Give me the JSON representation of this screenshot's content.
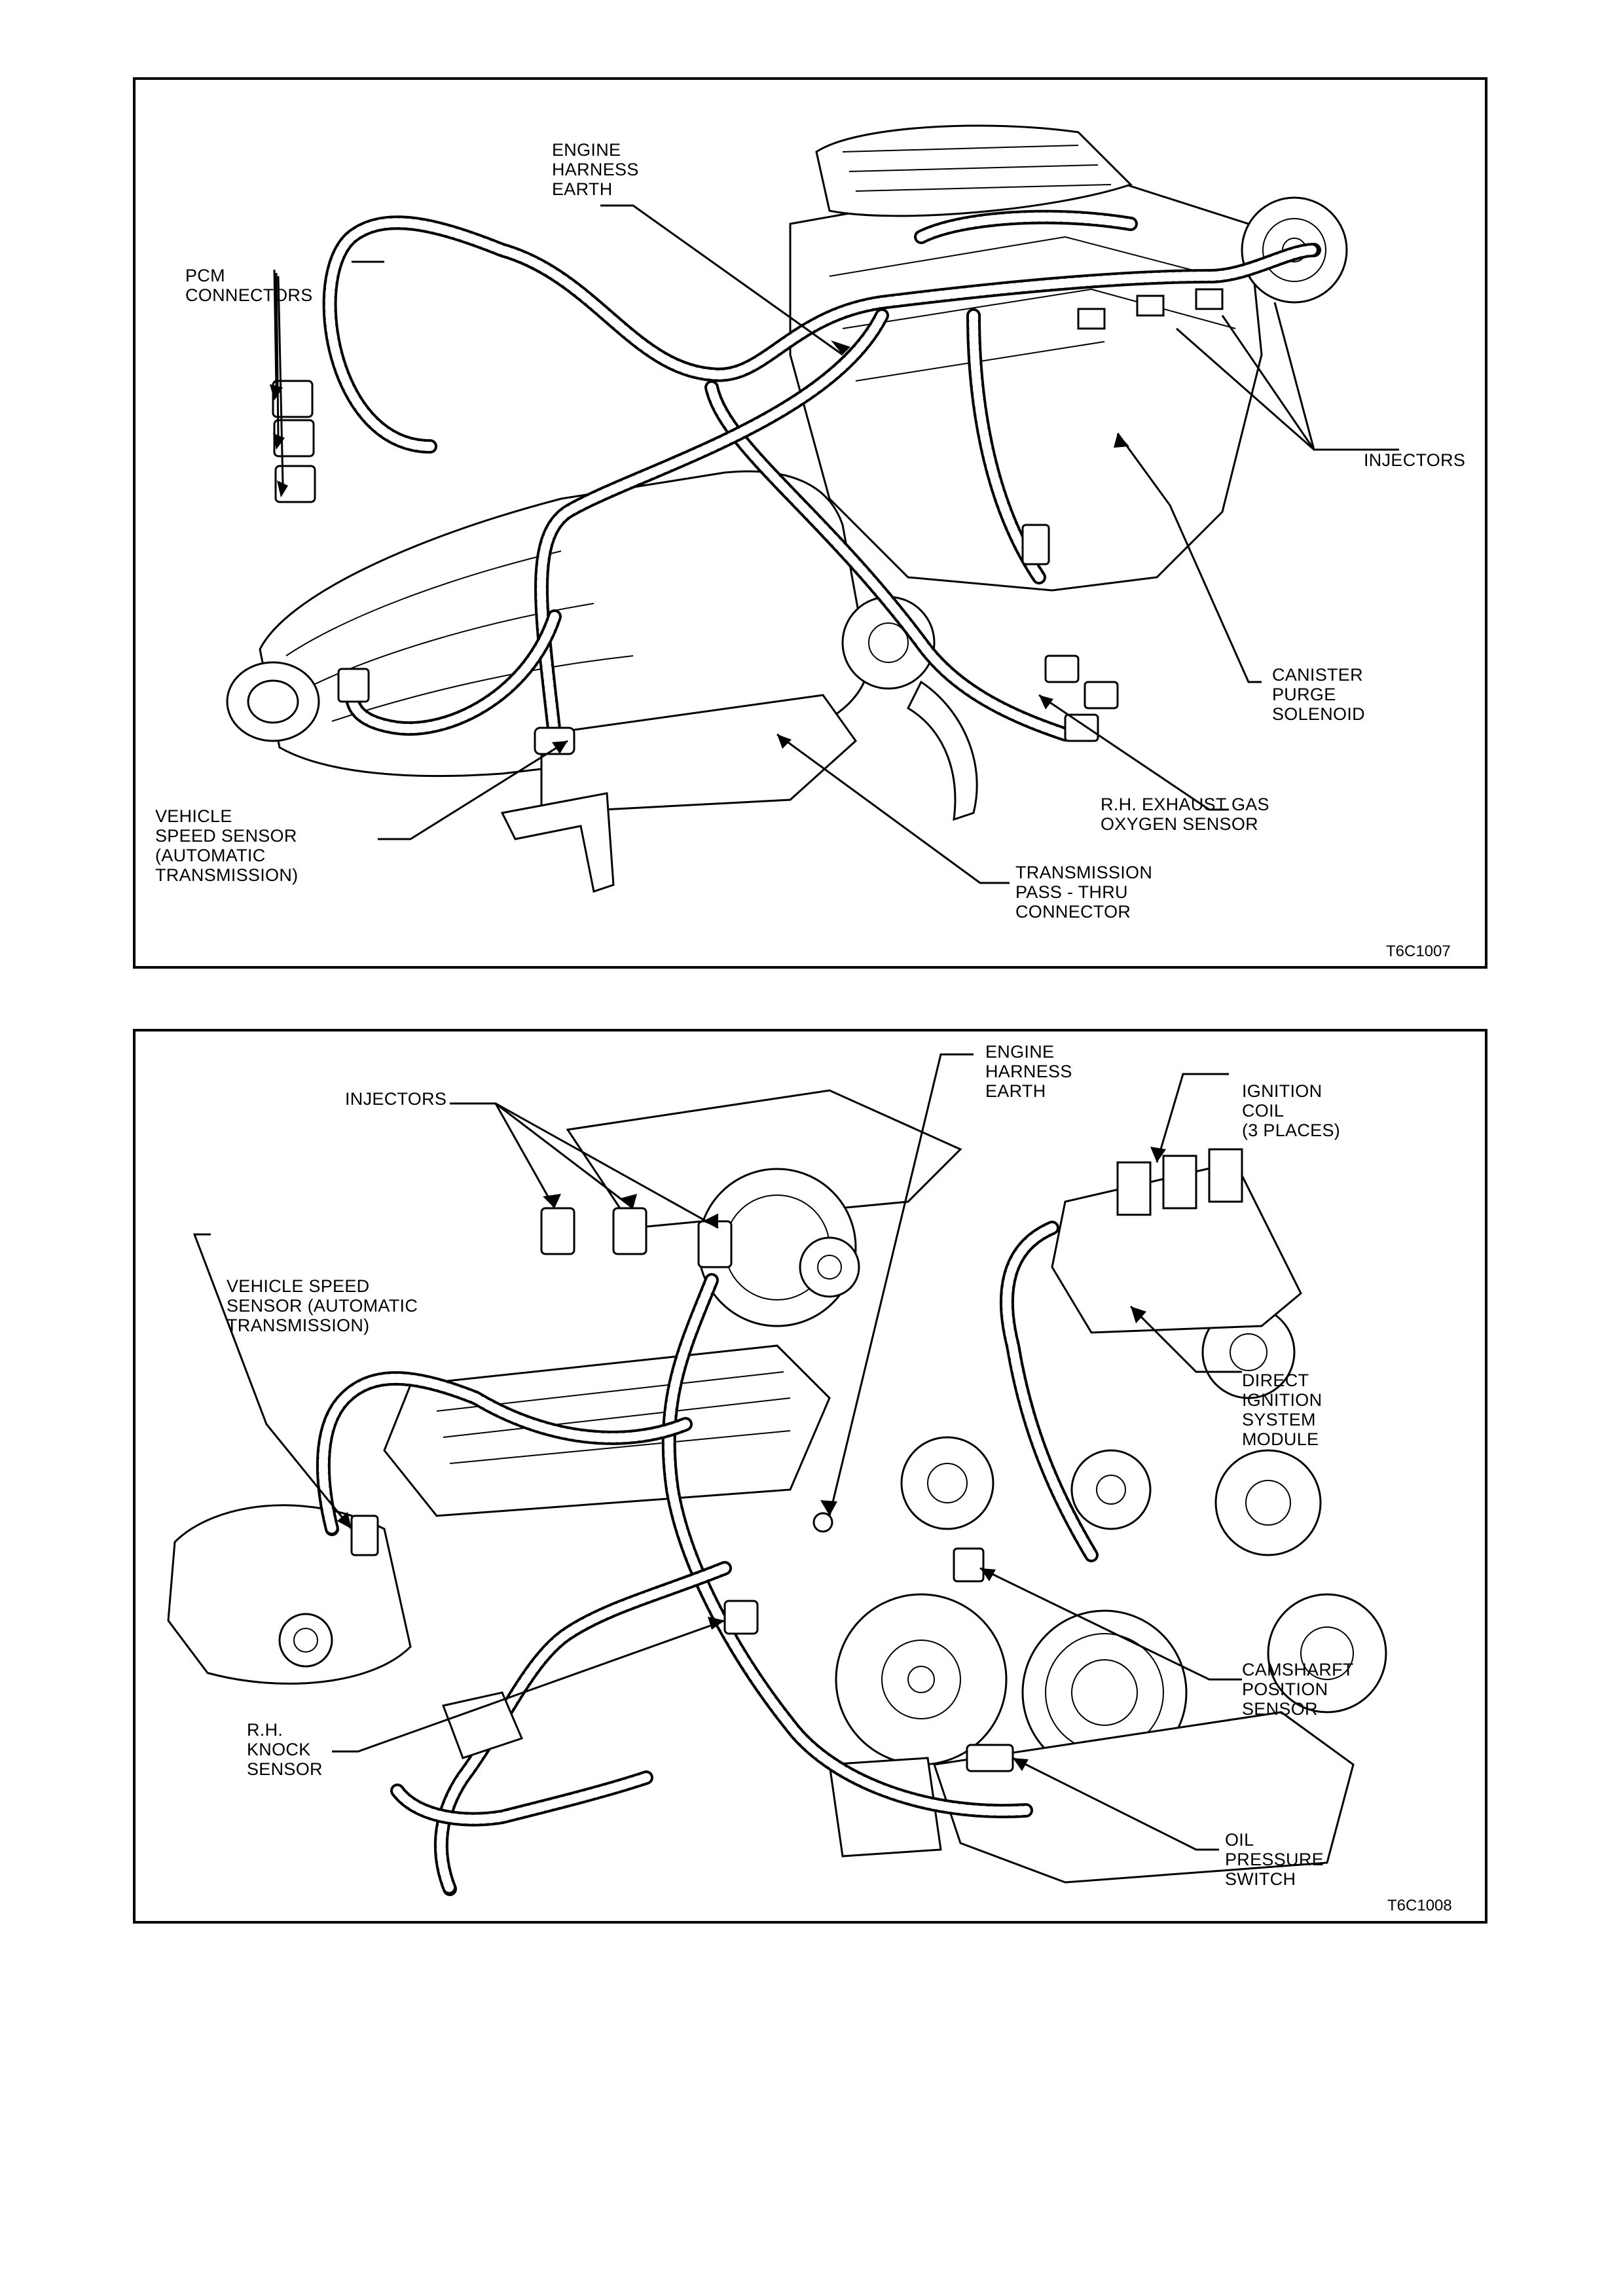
{
  "diagram_1": {
    "labels": {
      "engine_harness_earth": "ENGINE\nHARNESS\nEARTH",
      "pcm_connectors": "PCM\nCONNECTORS",
      "injectors": "INJECTORS",
      "canister_purge_solenoid": "CANISTER\nPURGE\nSOLENOID",
      "rh_exhaust_gas_oxygen_sensor": "R.H. EXHAUST GAS\nOXYGEN SENSOR",
      "vehicle_speed_sensor": "VEHICLE\nSPEED SENSOR\n(AUTOMATIC\nTRANSMISSION)",
      "transmission_pass_thru_connector": "TRANSMISSION\nPASS - THRU\nCONNECTOR"
    },
    "figure_code": "T6C1007"
  },
  "diagram_2": {
    "labels": {
      "injectors": "INJECTORS",
      "engine_harness_earth": "ENGINE\nHARNESS\nEARTH",
      "ignition_coil": "IGNITION\nCOIL\n(3 PLACES)",
      "vehicle_speed_sensor": "VEHICLE SPEED\nSENSOR (AUTOMATIC\nTRANSMISSION)",
      "direct_ignition_system_module": "DIRECT\nIGNITION\nSYSTEM\nMODULE",
      "camshaft_position_sensor": "CAMSHARFT\nPOSITION\nSENSOR",
      "rh_knock_sensor": "R.H.\nKNOCK\nSENSOR",
      "oil_pressure_switch": "OIL\nPRESSURE\nSWITCH"
    },
    "figure_code": "T6C1008"
  }
}
